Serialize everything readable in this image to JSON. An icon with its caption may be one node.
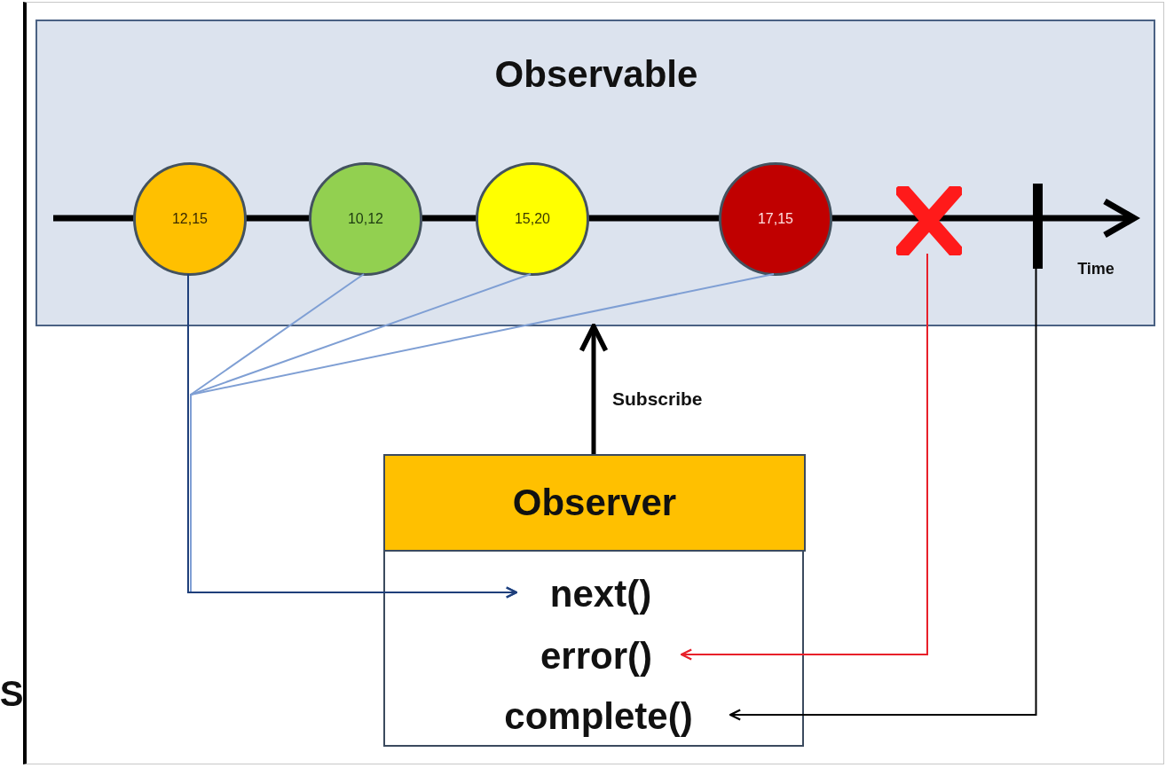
{
  "diagram": {
    "nodes": [
      {
        "text": [
          "Observable"
        ]
      },
      {
        "text": [
          "12,15"
        ],
        "in": 0
      },
      {
        "text": [
          "10,12"
        ],
        "in": 0
      },
      {
        "text": [
          "15,20"
        ],
        "in": 0
      },
      {
        "text": [
          "17,15"
        ],
        "in": 0
      },
      {
        "text": [],
        "shape": "cross",
        "in": 0
      },
      {
        "text": [],
        "shape": "bar",
        "in": 0
      },
      {
        "text": [
          "Observer"
        ]
      },
      {
        "text": [
          "next()"
        ],
        "in": 7
      },
      {
        "text": [
          "error()"
        ],
        "in": 7
      },
      {
        "text": [
          "complete()"
        ],
        "in": 7
      }
    ],
    "edges": [
      {
        "from": 1,
        "to": 8,
        "arrow": "to",
        "color": "#1f3f7a"
      },
      {
        "from": 2,
        "to": 8,
        "arrow": "to",
        "color": "#7f9fd4"
      },
      {
        "from": 3,
        "to": 8,
        "arrow": "to",
        "color": "#7f9fd4"
      },
      {
        "from": 4,
        "to": 8,
        "arrow": "to",
        "color": "#7f9fd4"
      },
      {
        "from": 7,
        "to": 0,
        "arrow": "to",
        "label": "Subscribe",
        "style": "thick",
        "color": "#000000"
      },
      {
        "from": 5,
        "to": 9,
        "arrow": "to",
        "color": "#e8202a"
      },
      {
        "from": 6,
        "to": 10,
        "arrow": "to",
        "color": "#000000"
      }
    ],
    "labels": [
      "Time",
      "S"
    ]
  }
}
